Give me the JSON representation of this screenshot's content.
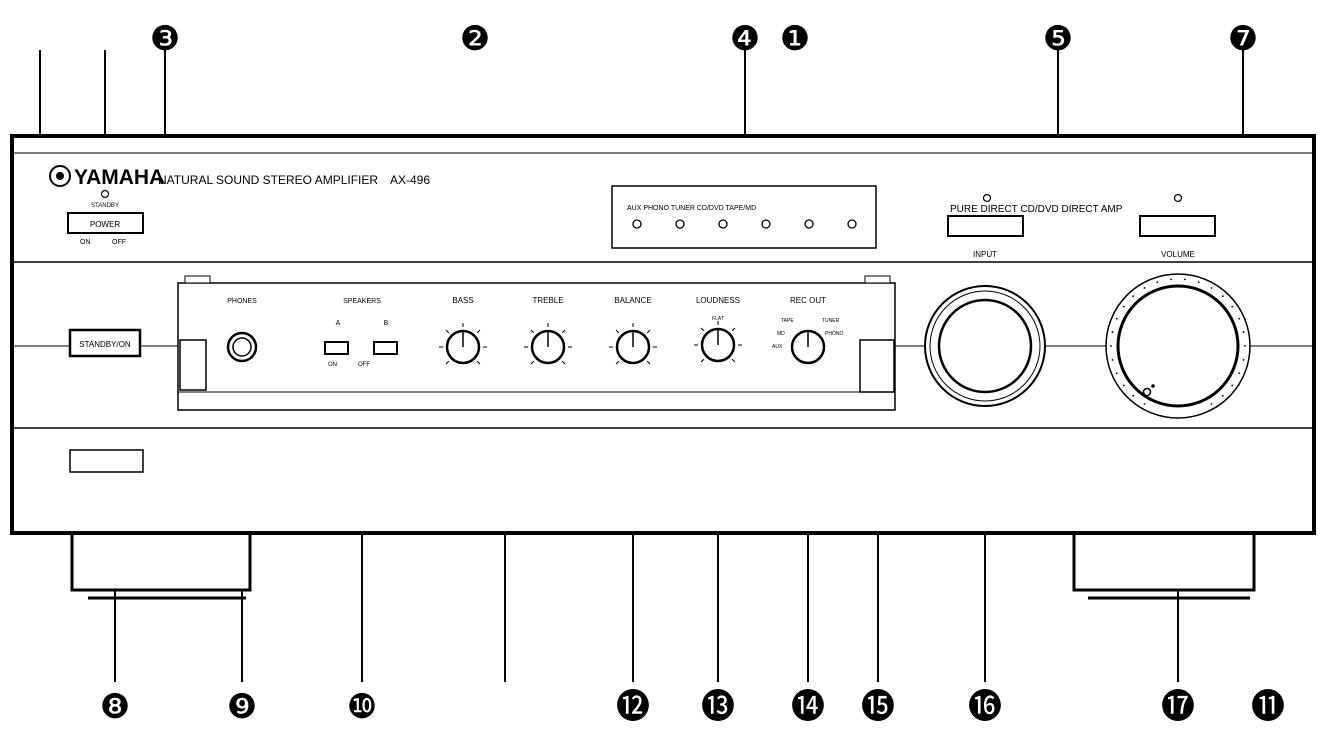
{
  "callouts": {
    "n1": "❶",
    "n2": "❷",
    "n3": "❸",
    "n4": "❹",
    "n5": "❺",
    "n7": "❼",
    "n8": "❽",
    "n9": "❾",
    "n10": "❿",
    "n11": "⓫",
    "n12": "⓬",
    "n13": "⓭",
    "n14": "⓮",
    "n15": "⓯",
    "n16": "⓰",
    "n17": "⓱"
  },
  "brand": {
    "logo": "YAMAHA",
    "product_line": "NATURAL SOUND  STEREO AMPLIFIER",
    "model": "AX-496"
  },
  "power": {
    "standby_label": "STANDBY",
    "button_label": "POWER",
    "on_label": "ON",
    "off_label": "OFF"
  },
  "standby_on": {
    "button_label": "STANDBY/ON"
  },
  "input_indicators": {
    "labels": "AUX PHONO TUNER CD/DVD TAPE/MD",
    "count": 6
  },
  "pure_direct": {
    "label": "PURE DIRECT CD/DVD DIRECT AMP"
  },
  "front_panel": {
    "phones_label": "PHONES",
    "speakers_label": "SPEAKERS",
    "speakers_a": "A",
    "speakers_b": "B",
    "speakers_on": "ON",
    "speakers_off": "OFF",
    "bass_label": "BASS",
    "treble_label": "TREBLE",
    "balance_label": "BALANCE",
    "loudness_label": "LOUDNESS",
    "loudness_flat": "FLAT",
    "rec_out_label": "REC OUT",
    "rec_out_opts": [
      "TAPE",
      "MD",
      "AUX",
      "TUNER",
      "PHONO"
    ]
  },
  "input_label": "INPUT",
  "volume_label": "VOLUME"
}
